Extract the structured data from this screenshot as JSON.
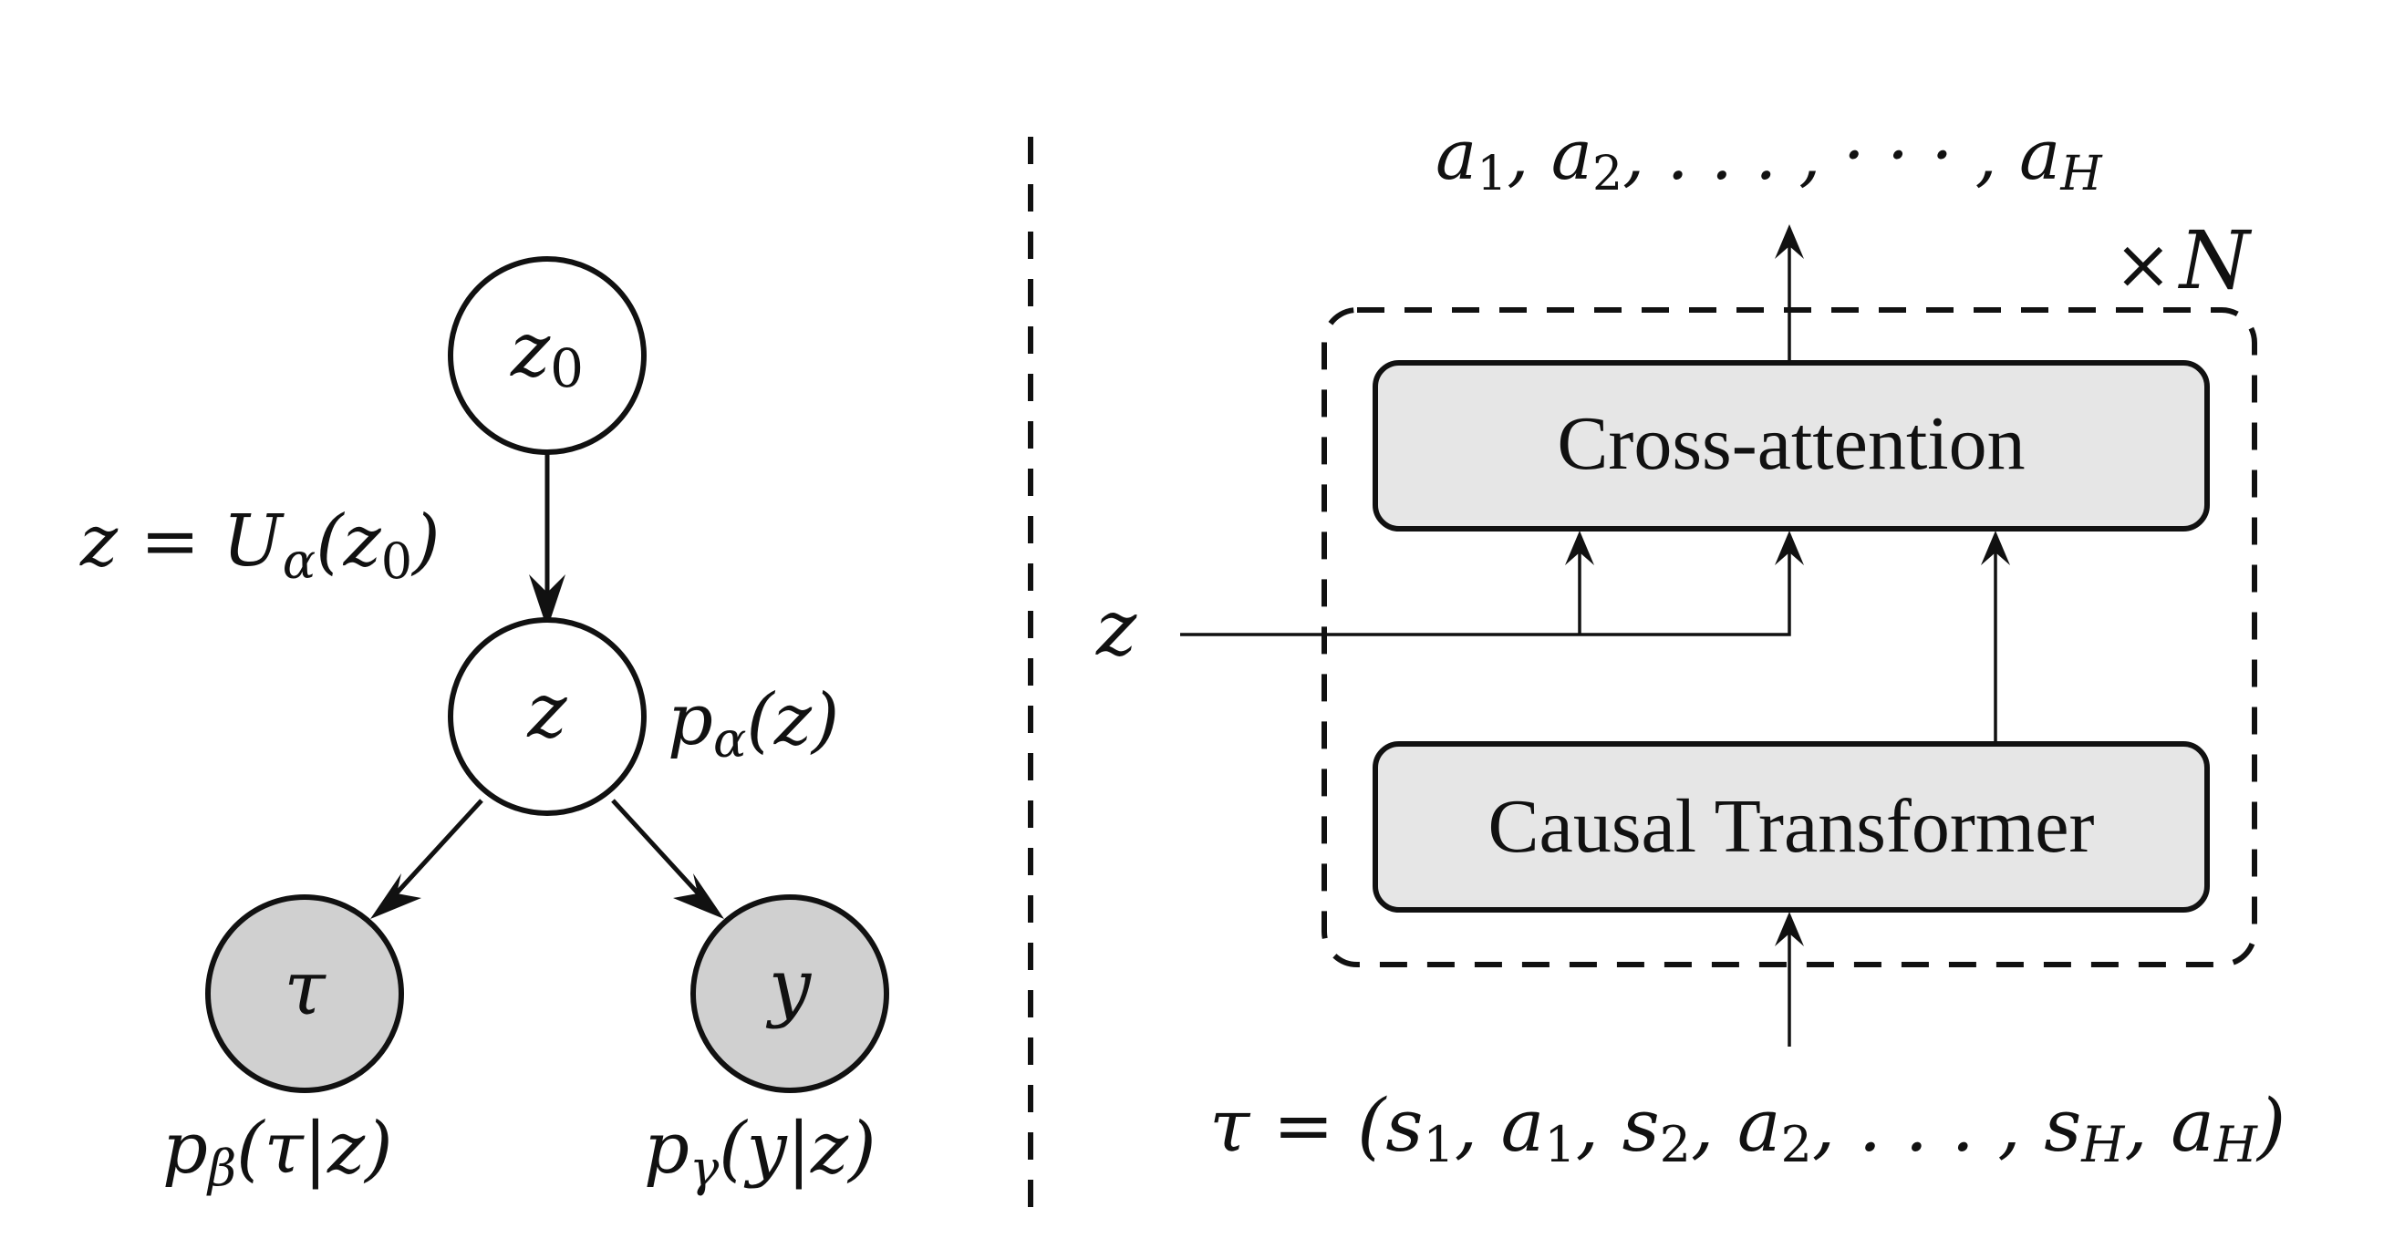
{
  "left_graph": {
    "node_z0": {
      "base": "z",
      "sub": "0"
    },
    "node_z": {
      "base": "z"
    },
    "node_tau": {
      "base": "τ"
    },
    "node_y": {
      "base": "y"
    },
    "edge_label_transform": {
      "part1": "z = U",
      "sub": "α",
      "part2": "(z",
      "sub2": "0",
      "part3": ")"
    },
    "label_prior": {
      "base": "p",
      "sub": "α",
      "rest": "(z)"
    },
    "label_likelihood_tau": {
      "base": "p",
      "sub": "β",
      "rest": "(τ|z)"
    },
    "label_likelihood_y": {
      "base": "p",
      "sub": "γ",
      "rest": "(y|z)"
    }
  },
  "right_model": {
    "output_sequence": {
      "a": "a",
      "s1": "1",
      "sep1": ", ",
      "s2": "2",
      "sep2": ", . . . , · · · , ",
      "sH": "H"
    },
    "repeat_label": {
      "times": "×",
      "n": "N"
    },
    "cross_attention_label": "Cross-attention",
    "causal_transformer_label": "Causal Transformer",
    "latent_input_label": "z",
    "trajectory_input": {
      "lhs": "τ = (",
      "items": [
        {
          "base": "s",
          "sub": "1"
        },
        {
          "base": "a",
          "sub": "1"
        },
        {
          "base": "s",
          "sub": "2"
        },
        {
          "base": "a",
          "sub": "2"
        }
      ],
      "ellipsis": ". . . ",
      "tail": [
        {
          "base": "s",
          "sub": "H"
        },
        {
          "base": "a",
          "sub": "H"
        }
      ],
      "close": ")"
    }
  },
  "colors": {
    "observed_node_fill": "#d0d0d0",
    "latent_node_fill": "#ffffff",
    "block_fill": "#e6e6e6",
    "stroke": "#111111"
  }
}
